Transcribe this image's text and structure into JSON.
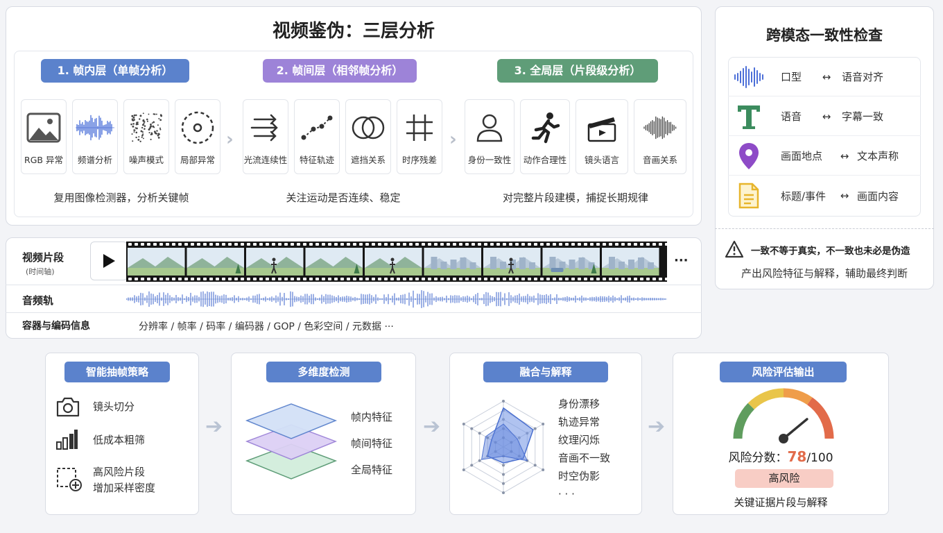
{
  "title": "视频鉴伪：三层分析",
  "layers": [
    {
      "label": "1. 帧内层（单帧分析）",
      "color": "#5b82cc",
      "caption": "复用图像检测器，分析关键帧",
      "cards": [
        "RGB 异常",
        "频谱分析",
        "噪声模式",
        "局部异常"
      ]
    },
    {
      "label": "2. 帧间层（相邻帧分析）",
      "color": "#9d83d8",
      "caption": "关注运动是否连续、稳定",
      "cards": [
        "光流连续性",
        "特征轨迹",
        "遮挡关系",
        "时序残差"
      ]
    },
    {
      "label": "3. 全局层（片段级分析）",
      "color": "#5f9d78",
      "caption": "对完整片段建模，捕捉长期规律",
      "cards": [
        "身份一致性",
        "动作合理性",
        "镜头语言",
        "音画关系"
      ]
    }
  ],
  "cross": {
    "title": "跨模态一致性检查",
    "rows": [
      {
        "left": "口型",
        "arrow": "↔",
        "right": "语音对齐",
        "icon": "waveform-icon"
      },
      {
        "left": "语音",
        "arrow": "↔",
        "right": "字幕一致",
        "icon": "text-t-icon"
      },
      {
        "left": "画面地点",
        "arrow": "↔",
        "right": "文本声称",
        "icon": "location-pin-icon"
      },
      {
        "left": "标题/事件",
        "arrow": "↔",
        "right": "画面内容",
        "icon": "document-icon"
      }
    ],
    "warning": "一致不等于真实，不一致也未必是伪造",
    "note": "产出风险特征与解释，辅助最终判断"
  },
  "timeline": {
    "video_label": "视频片段",
    "video_sub": "(时间轴)",
    "audio_label": "音频轨",
    "container_label": "容器与编码信息",
    "container_items": "分辨率 / 帧率 / 码率 / 编码器 / GOP / 色彩空间 / 元数据 ···",
    "more": "···"
  },
  "bottom": {
    "strategy": {
      "title": "智能抽帧策略",
      "items": [
        "镜头切分",
        "低成本粗筛",
        "高风险片段",
        "增加采样密度"
      ]
    },
    "detect": {
      "title": "多维度检测",
      "items": [
        "帧内特征",
        "帧间特征",
        "全局特征"
      ]
    },
    "fusion": {
      "title": "融合与解释",
      "items": [
        "身份漂移",
        "轨迹异常",
        "纹理闪烁",
        "音画不一致",
        "时空伪影",
        "· · ·"
      ]
    },
    "risk": {
      "title": "风险评估输出",
      "score_label": "风险分数：",
      "score": 78,
      "score_max": "/100",
      "level": "高风险",
      "footer": "关键证据片段与解释"
    }
  },
  "colors": {
    "accent": "#5b82cc",
    "purple": "#9d83d8",
    "green": "#5f9d78",
    "risk": "#e26b4a"
  }
}
